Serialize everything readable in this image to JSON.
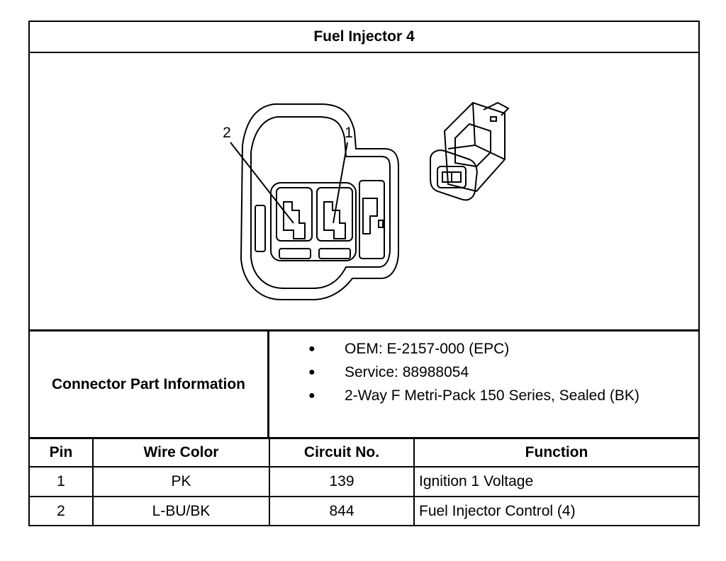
{
  "title": "Fuel Injector 4",
  "figure": {
    "pin_callouts": [
      "2",
      "1"
    ]
  },
  "connector_info": {
    "label": "Connector Part Information",
    "items": [
      "OEM: E-2157-000 (EPC)",
      "Service: 88988054",
      "2-Way F Metri-Pack 150 Series, Sealed (BK)"
    ]
  },
  "pin_table": {
    "headers": [
      "Pin",
      "Wire Color",
      "Circuit No.",
      "Function"
    ],
    "rows": [
      [
        "1",
        "PK",
        "139",
        "Ignition 1 Voltage"
      ],
      [
        "2",
        "L-BU/BK",
        "844",
        "Fuel Injector Control (4)"
      ]
    ]
  }
}
